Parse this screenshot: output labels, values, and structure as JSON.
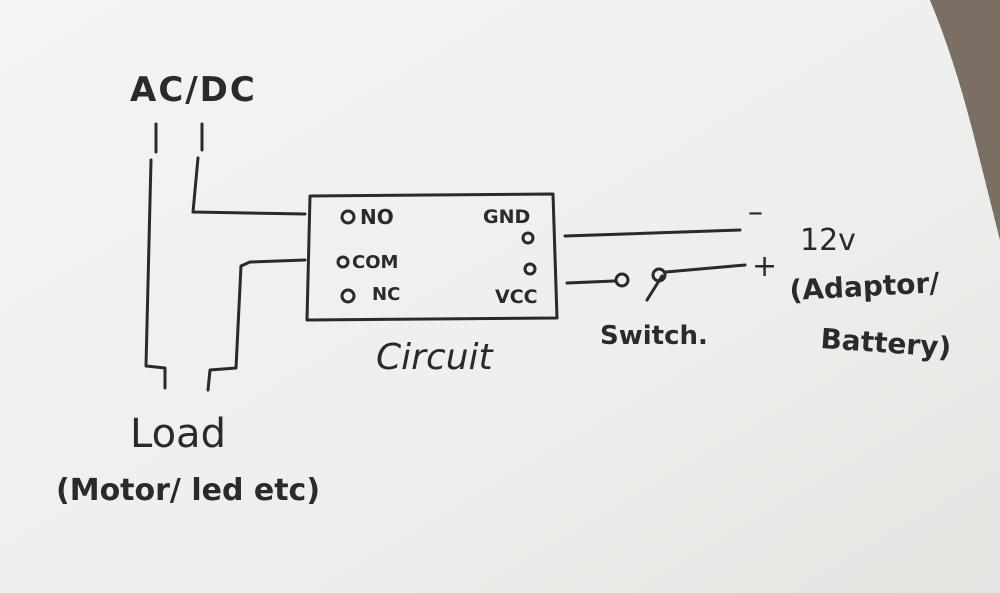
{
  "supply": {
    "label": "AC/DC"
  },
  "relay": {
    "pins_left": [
      {
        "label": "NO"
      },
      {
        "label": "COM"
      },
      {
        "label": "NC"
      }
    ],
    "pins_right": [
      {
        "label": "GND"
      },
      {
        "label": "VCC"
      }
    ],
    "caption": "Circuit"
  },
  "switch": {
    "label": "Switch."
  },
  "power": {
    "minus": "–",
    "plus": "+",
    "voltage": "12v",
    "source_line1": "(Adaptor/",
    "source_line2": "Battery)"
  },
  "load": {
    "title": "Load",
    "subtitle": "(Motor/ led etc)"
  },
  "colors": {
    "paper": "#f2f2f0",
    "ink": "#2a2a2e",
    "background": "#6b6560"
  }
}
